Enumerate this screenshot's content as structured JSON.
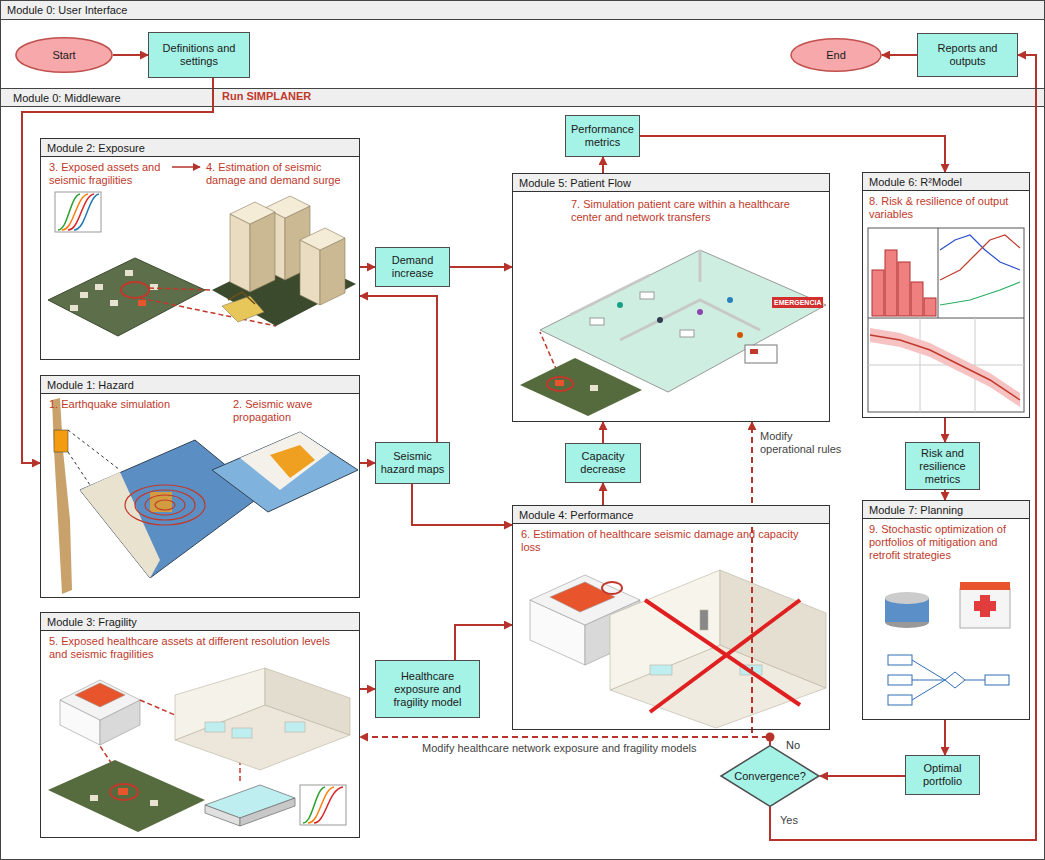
{
  "diagram": {
    "nodes": [
      {
        "text": [
          "Module 0: User Interface"
        ]
      },
      {
        "text": [
          "Start"
        ],
        "in": 0
      },
      {
        "text": [
          "Definitions and settings"
        ],
        "in": 0
      },
      {
        "text": [
          "End"
        ],
        "in": 0
      },
      {
        "text": [
          "Reports and outputs"
        ],
        "in": 0
      },
      {
        "text": [
          "Module 0: Middleware"
        ]
      },
      {
        "text": [
          "Module 2: Exposure",
          "3. Exposed assets and seismic fragilities",
          "4. Estimation of seismic damage and demand surge"
        ],
        "in": 5
      },
      {
        "text": [
          "Demand increase"
        ],
        "in": 5
      },
      {
        "text": [
          "Performance metrics"
        ],
        "in": 5
      },
      {
        "text": [
          "Module 5: Patient Flow",
          "7. Simulation patient care within a healthcare center and network transfers"
        ],
        "in": 5
      },
      {
        "text": [
          "Module 6: R²Model",
          "8. Risk & resilience of output variables"
        ],
        "in": 5
      },
      {
        "text": [
          "Module 1: Hazard",
          "1. Earthquake simulation",
          "2. Seismic wave propagation"
        ],
        "in": 5
      },
      {
        "text": [
          "Seismic hazard maps"
        ],
        "in": 5
      },
      {
        "text": [
          "Capacity decrease"
        ],
        "in": 5
      },
      {
        "text": [
          "Risk and resilience metrics"
        ],
        "in": 5
      },
      {
        "text": [
          "Module 4: Performance",
          "6. Estimation of healthcare seismic damage and capacity loss"
        ],
        "in": 5
      },
      {
        "text": [
          "Module 7: Planning",
          "9. Stochastic optimization of portfolios of mitigation and retrofit strategies"
        ],
        "in": 5
      },
      {
        "text": [
          "Module 3: Fragility",
          "5. Exposed healthcare assets at different resolution levels and seismic fragilities"
        ],
        "in": 5
      },
      {
        "text": [
          "Healthcare exposure and fragility model"
        ],
        "in": 5
      },
      {
        "text": [
          "Optimal portfolio"
        ],
        "in": 5
      },
      {
        "text": [
          "Convergence?"
        ],
        "in": 5
      }
    ],
    "edges": [
      {
        "from": 1,
        "to": 2,
        "arrow": "to"
      },
      {
        "from": 2,
        "to": 11,
        "arrow": "to"
      },
      {
        "from": 4,
        "to": 3,
        "arrow": "to"
      },
      {
        "from": 20,
        "to": 4,
        "arrow": "to",
        "label": "Yes"
      },
      {
        "from": 6,
        "to": 7,
        "arrow": "to"
      },
      {
        "from": 7,
        "to": 9,
        "arrow": "to"
      },
      {
        "from": 11,
        "to": 12,
        "arrow": "to"
      },
      {
        "from": 12,
        "to": 6,
        "arrow": "to"
      },
      {
        "from": 12,
        "to": 15,
        "arrow": "to"
      },
      {
        "from": 17,
        "to": 18,
        "arrow": "to"
      },
      {
        "from": 18,
        "to": 15,
        "arrow": "to"
      },
      {
        "from": 15,
        "to": 13,
        "arrow": "to"
      },
      {
        "from": 13,
        "to": 9,
        "arrow": "to"
      },
      {
        "from": 9,
        "to": 8,
        "arrow": "to"
      },
      {
        "from": 8,
        "to": 10,
        "arrow": "to"
      },
      {
        "from": 10,
        "to": 14,
        "arrow": "to"
      },
      {
        "from": 14,
        "to": 16,
        "arrow": "to"
      },
      {
        "from": 16,
        "to": 19,
        "arrow": "to"
      },
      {
        "from": 19,
        "to": 20,
        "arrow": "to"
      },
      {
        "from": 20,
        "to": 9,
        "arrow": "to",
        "label": "Modify operational rules"
      },
      {
        "from": 20,
        "to": 17,
        "arrow": "to",
        "label": "Modify healthcare network exposure and fragility models"
      }
    ],
    "labels": [
      "Run SIMPLANER",
      "No",
      "EMERGENCIA"
    ]
  }
}
